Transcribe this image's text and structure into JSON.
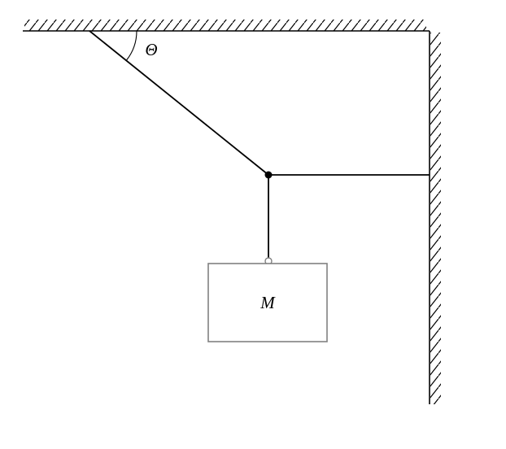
{
  "diagram": {
    "description": "statics-hanging-mass-diagram",
    "labels": {
      "angle": "Θ",
      "mass": "M"
    },
    "colors": {
      "line": "#000000",
      "box_border": "#808080",
      "background": "#ffffff"
    }
  }
}
